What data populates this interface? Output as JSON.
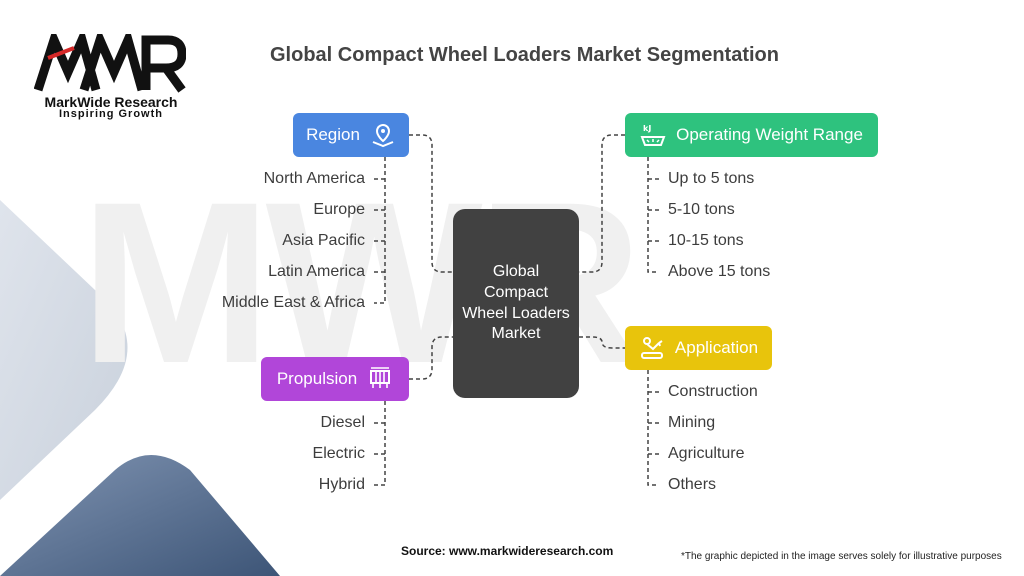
{
  "brand": {
    "logo_text": "MWR",
    "name": "MarkWide Research",
    "tagline": "Inspiring Growth"
  },
  "title": "Global Compact Wheel Loaders Market Segmentation",
  "center_label": "Global Compact Wheel Loaders Market",
  "segments": {
    "region": {
      "label": "Region",
      "icon": "map-pin-icon",
      "color": "#4a86e0",
      "items": [
        "North America",
        "Europe",
        "Asia Pacific",
        "Latin America",
        "Middle East & Africa"
      ]
    },
    "operating_weight": {
      "label": "Operating Weight Range",
      "icon": "scale-icon",
      "color": "#2ec27e",
      "items": [
        "Up to 5 tons",
        "5-10 tons",
        "10-15 tons",
        "Above 15 tons"
      ]
    },
    "propulsion": {
      "label": "Propulsion",
      "icon": "engine-icon",
      "color": "#b146d9",
      "items": [
        "Diesel",
        "Electric",
        "Hybrid"
      ]
    },
    "application": {
      "label": "Application",
      "icon": "robot-arm-icon",
      "color": "#e8c40c",
      "items": [
        "Construction",
        "Mining",
        "Agriculture",
        "Others"
      ]
    }
  },
  "footer": {
    "source": "Source: www.markwideresearch.com",
    "note": "*The graphic depicted in the image serves solely for illustrative purposes"
  }
}
